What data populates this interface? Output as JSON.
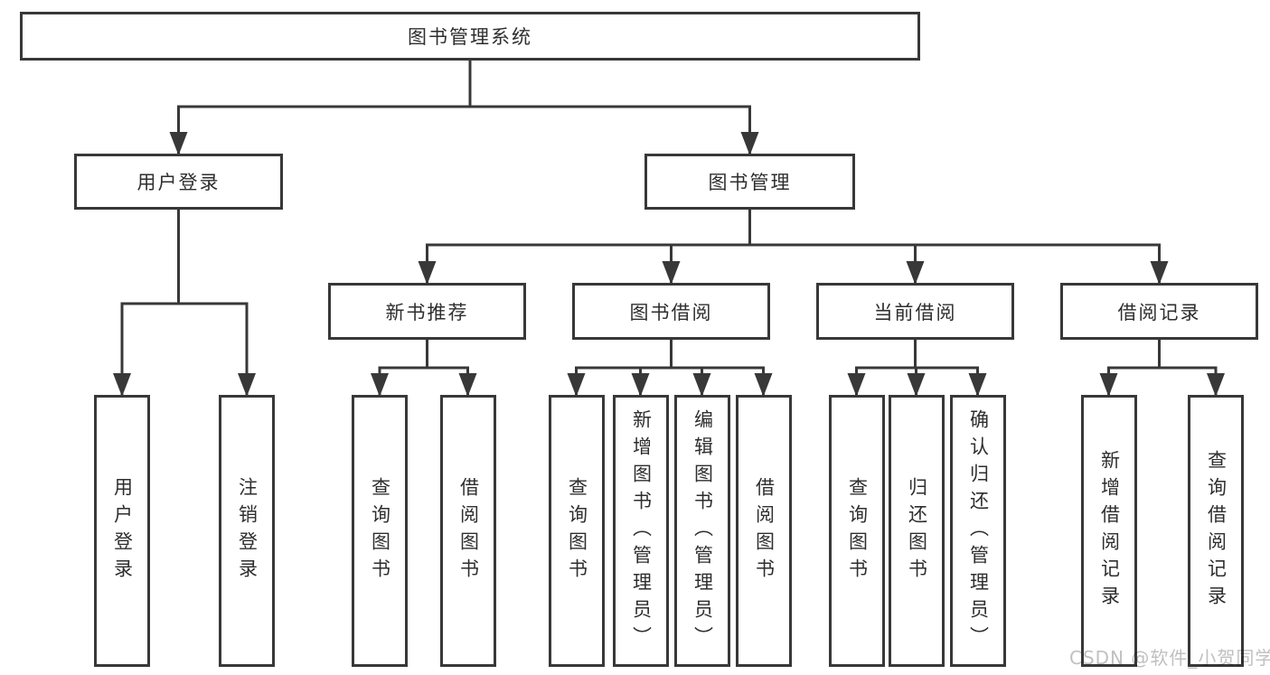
{
  "nodes": {
    "root": {
      "label": "图书管理系统"
    },
    "level2": [
      {
        "label": "用户登录"
      },
      {
        "label": "图书管理"
      }
    ],
    "level3": [
      {
        "label": "新书推荐"
      },
      {
        "label": "图书借阅"
      },
      {
        "label": "当前借阅"
      },
      {
        "label": "借阅记录"
      }
    ],
    "leaves": [
      {
        "label": "用户登录"
      },
      {
        "label": "注销登录"
      },
      {
        "label": "查询图书"
      },
      {
        "label": "借阅图书"
      },
      {
        "label": "查询图书"
      },
      {
        "label": "新增图书（管理员）"
      },
      {
        "label": "编辑图书（管理员）"
      },
      {
        "label": "借阅图书"
      },
      {
        "label": "查询图书"
      },
      {
        "label": "归还图书"
      },
      {
        "label": "确认归还（管理员）"
      },
      {
        "label": "新增借阅记录"
      },
      {
        "label": "查询借阅记录"
      }
    ]
  },
  "hierarchy": {
    "图书管理系统": [
      "用户登录",
      "图书管理"
    ],
    "用户登录": [
      "用户登录",
      "注销登录"
    ],
    "图书管理": [
      "新书推荐",
      "图书借阅",
      "当前借阅",
      "借阅记录"
    ],
    "新书推荐": [
      "查询图书",
      "借阅图书"
    ],
    "图书借阅": [
      "查询图书",
      "新增图书（管理员）",
      "编辑图书（管理员）",
      "借阅图书"
    ],
    "当前借阅": [
      "查询图书",
      "归还图书",
      "确认归还（管理员）"
    ],
    "借阅记录": [
      "新增借阅记录",
      "查询借阅记录"
    ]
  },
  "watermark": {
    "text": "CSDN @软件_小贺同学"
  },
  "colors": {
    "line": "#383838",
    "border": "#383838",
    "text": "#2e2e2e",
    "watermark": "#c0c0c0",
    "background": "#ffffff"
  }
}
